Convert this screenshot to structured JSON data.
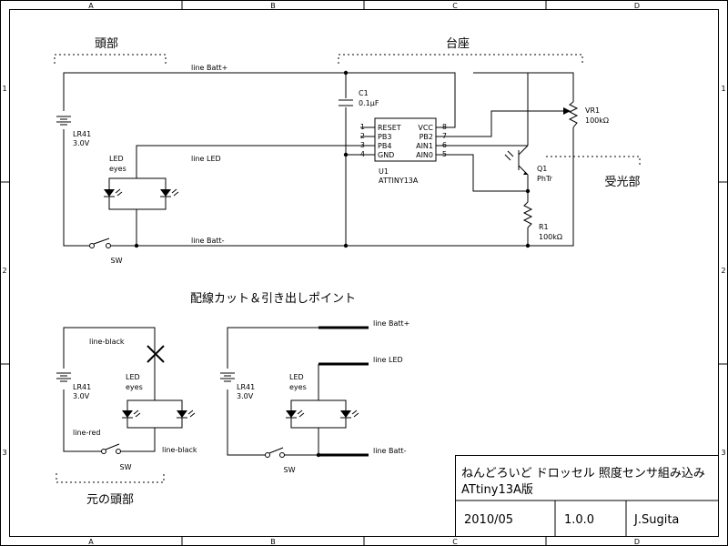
{
  "frame": {
    "cols": [
      "A",
      "B",
      "C",
      "D"
    ],
    "rows": [
      "1",
      "2",
      "3"
    ]
  },
  "sections": {
    "head": "頭部",
    "base": "台座",
    "sensor": "受光部",
    "cut_points": "配線カット＆引き出しポイント",
    "original_head": "元の頭部"
  },
  "battery": {
    "ref": "LR41",
    "value": "3.0V"
  },
  "led": {
    "label1": "LED",
    "label2": "eyes"
  },
  "switch": {
    "ref": "SW"
  },
  "nets": {
    "batt_plus": "line Batt+",
    "led": "line LED",
    "batt_minus": "line Batt-",
    "black": "line-black",
    "red": "line-red"
  },
  "c1": {
    "ref": "C1",
    "value": "0.1μF"
  },
  "u1": {
    "ref": "U1",
    "value": "ATTINY13A",
    "left_pins": [
      {
        "num": "1",
        "name": "RESET"
      },
      {
        "num": "2",
        "name": "PB3"
      },
      {
        "num": "3",
        "name": "PB4"
      },
      {
        "num": "4",
        "name": "GND"
      }
    ],
    "right_pins": [
      {
        "num": "8",
        "name": "VCC"
      },
      {
        "num": "7",
        "name": "PB2"
      },
      {
        "num": "6",
        "name": "AIN1"
      },
      {
        "num": "5",
        "name": "AIN0"
      }
    ]
  },
  "vr1": {
    "ref": "VR1",
    "value": "100kΩ"
  },
  "q1": {
    "ref": "Q1",
    "value": "PhTr"
  },
  "r1": {
    "ref": "R1",
    "value": "100kΩ"
  },
  "title_block": {
    "title_line1": "ねんどろいど ドロッセル 照度センサ組み込み",
    "title_line2": "ATtiny13A版",
    "date": "2010/05",
    "version": "1.0.0",
    "author": "J.Sugita"
  }
}
